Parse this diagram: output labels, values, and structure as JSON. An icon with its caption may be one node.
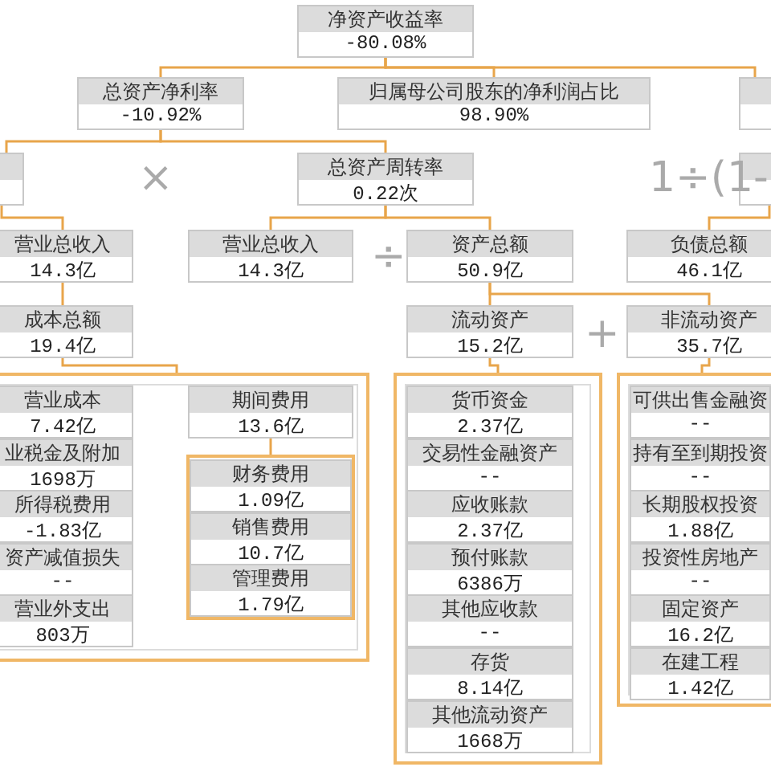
{
  "diagram": {
    "nodes": [
      {
        "text": [
          "净资产收益率",
          "-80.08%"
        ]
      },
      {
        "text": [
          "总资产净利率",
          "-10.92%"
        ]
      },
      {
        "text": [
          "归属母公司股东的净利润占比",
          "98.90%"
        ]
      },
      {
        "text": [],
        "shape": "box"
      },
      {
        "text": [],
        "shape": "box"
      },
      {
        "text": [
          "总资产周转率",
          "0.22次"
        ]
      },
      {
        "text": [],
        "shape": "box"
      },
      {
        "text": [
          "营业总收入",
          "14.3亿"
        ]
      },
      {
        "text": [
          "营业总收入",
          "14.3亿"
        ]
      },
      {
        "text": [
          "资产总额",
          "50.9亿"
        ]
      },
      {
        "text": [
          "负债总额",
          "46.1亿"
        ]
      },
      {
        "text": [
          "成本总额",
          "19.4亿"
        ]
      },
      {
        "text": [
          "流动资产",
          "15.2亿"
        ]
      },
      {
        "text": [
          "非流动资产",
          "35.7亿"
        ]
      },
      {
        "text": [],
        "shape": "box"
      },
      {
        "text": [
          "营业成本",
          "7.42亿"
        ],
        "in": 14
      },
      {
        "text": [
          "业税金及附加",
          "1698万"
        ],
        "in": 14
      },
      {
        "text": [
          "所得税费用",
          "-1.83亿"
        ],
        "in": 14
      },
      {
        "text": [
          "资产减值损失",
          "--"
        ],
        "in": 14
      },
      {
        "text": [
          "营业外支出",
          "803万"
        ],
        "in": 14
      },
      {
        "text": [
          "期间费用",
          "13.6亿"
        ],
        "in": 14
      },
      {
        "text": [],
        "shape": "box",
        "in": 14
      },
      {
        "text": [
          "财务费用",
          "1.09亿"
        ],
        "in": 21
      },
      {
        "text": [
          "销售费用",
          "10.7亿"
        ],
        "in": 21
      },
      {
        "text": [
          "管理费用",
          "1.79亿"
        ],
        "in": 21
      },
      {
        "text": [],
        "shape": "box"
      },
      {
        "text": [
          "货币资金",
          "2.37亿"
        ],
        "in": 25
      },
      {
        "text": [
          "交易性金融资产",
          "--"
        ],
        "in": 25
      },
      {
        "text": [
          "应收账款",
          "2.37亿"
        ],
        "in": 25
      },
      {
        "text": [
          "预付账款",
          "6386万"
        ],
        "in": 25
      },
      {
        "text": [
          "其他应收款",
          "--"
        ],
        "in": 25
      },
      {
        "text": [
          "存货",
          "8.14亿"
        ],
        "in": 25
      },
      {
        "text": [
          "其他流动资产",
          "1668万"
        ],
        "in": 25
      },
      {
        "text": [],
        "shape": "box"
      },
      {
        "text": [
          "可供出售金融资",
          "--"
        ],
        "in": 33
      },
      {
        "text": [
          "持有至到期投资",
          "--"
        ],
        "in": 33
      },
      {
        "text": [
          "长期股权投资",
          "1.88亿"
        ],
        "in": 33
      },
      {
        "text": [
          "投资性房地产",
          "--"
        ],
        "in": 33
      },
      {
        "text": [
          "固定资产",
          "16.2亿"
        ],
        "in": 33
      },
      {
        "text": [
          "在建工程",
          "1.42亿"
        ],
        "in": 33
      }
    ],
    "edges": [
      {
        "from": 0,
        "to": 1,
        "arrow": "none"
      },
      {
        "from": 0,
        "to": 2,
        "arrow": "none"
      },
      {
        "from": 0,
        "to": 3,
        "arrow": "none"
      },
      {
        "from": 1,
        "to": 4,
        "arrow": "none"
      },
      {
        "from": 1,
        "to": 5,
        "arrow": "none"
      },
      {
        "from": 5,
        "to": 8,
        "arrow": "none"
      },
      {
        "from": 5,
        "to": 9,
        "arrow": "none"
      },
      {
        "from": 4,
        "to": 7,
        "arrow": "none"
      },
      {
        "from": 7,
        "to": 11,
        "arrow": "none"
      },
      {
        "from": 6,
        "to": 10,
        "arrow": "none"
      },
      {
        "from": 11,
        "to": 14,
        "arrow": "none"
      },
      {
        "from": 20,
        "to": 21,
        "arrow": "none"
      },
      {
        "from": 9,
        "to": 12,
        "arrow": "none"
      },
      {
        "from": 9,
        "to": 13,
        "arrow": "none"
      },
      {
        "from": 12,
        "to": 25,
        "arrow": "none"
      },
      {
        "from": 13,
        "to": 33,
        "arrow": "none"
      }
    ],
    "labels": [
      "×",
      "1÷(1-",
      "÷",
      "+"
    ]
  }
}
